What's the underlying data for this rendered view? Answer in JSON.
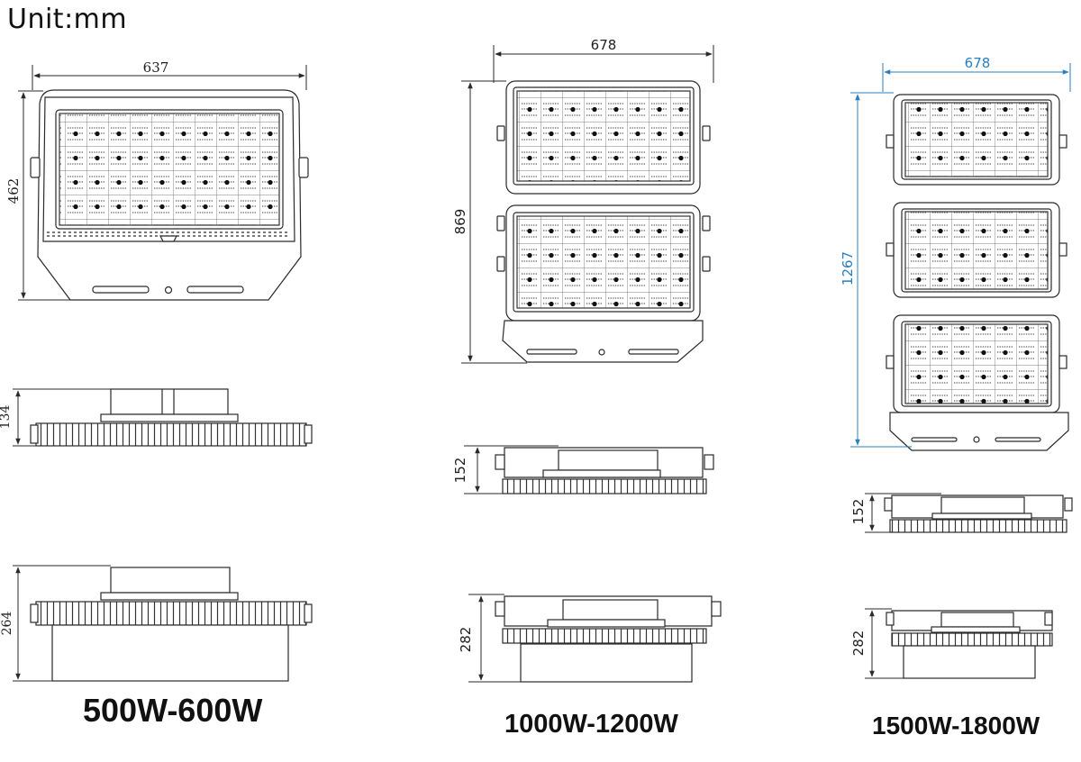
{
  "unit_label": "Unit:mm",
  "models": [
    {
      "label": "500W-600W",
      "dims": {
        "width": "637",
        "height": "462",
        "depth": "134",
        "depth_with_bracket": "264"
      }
    },
    {
      "label": "1000W-1200W",
      "dims": {
        "width": "678",
        "height": "869",
        "depth": "152",
        "depth_with_bracket": "282"
      }
    },
    {
      "label": "1500W-1800W",
      "dims": {
        "width": "678",
        "height": "1267",
        "depth": "152",
        "depth_with_bracket": "282"
      }
    }
  ],
  "colors": {
    "line": "#2a2a2a",
    "dim_highlight": "#2a7fc0"
  }
}
